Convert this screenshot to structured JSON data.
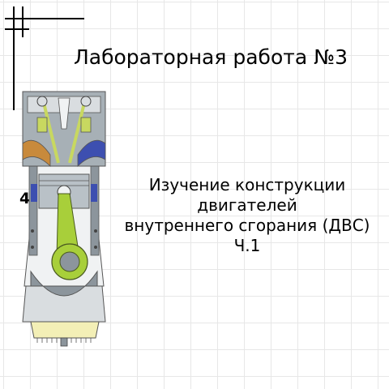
{
  "slide": {
    "title": "Лабораторная работа №3",
    "subtitle_lines": [
      "Изучение конструкции",
      "двигателей",
      "внутреннего сгорания (ДВС)",
      "Ч.1"
    ],
    "side_number": "4"
  },
  "colors": {
    "grid": "#e7e7e7",
    "engine_body": "#8c959c",
    "engine_light": "#d9dde0",
    "cylinder_head": "#a7b0b6",
    "piston": "#b9c1c7",
    "valve": "#c8d860",
    "connecting_rod": "#a8cf3a",
    "intake_port": "#c88a3c",
    "exhaust_port": "#3d4fb0",
    "sump_oil": "#f3efb6"
  }
}
